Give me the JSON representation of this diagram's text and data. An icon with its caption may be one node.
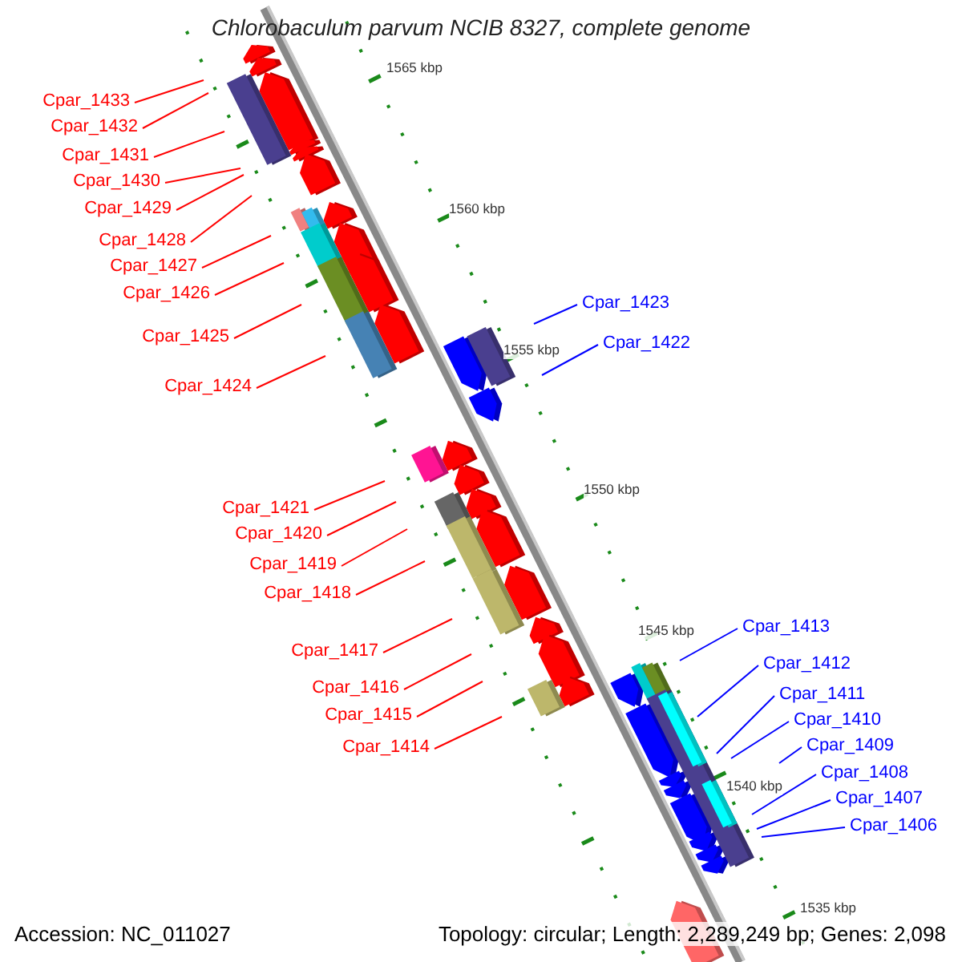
{
  "diagram": {
    "title": "Chlorobaculum parvum NCIB 8327, complete genome",
    "nodes": [
      {
        "text": [
          "Cpar_1433"
        ]
      },
      {
        "text": [
          "Cpar_1432"
        ]
      },
      {
        "text": [
          "Cpar_1431"
        ]
      },
      {
        "text": [
          "Cpar_1430"
        ]
      },
      {
        "text": [
          "Cpar_1429"
        ]
      },
      {
        "text": [
          "Cpar_1428"
        ]
      },
      {
        "text": [
          "Cpar_1427"
        ]
      },
      {
        "text": [
          "Cpar_1426"
        ]
      },
      {
        "text": [
          "Cpar_1425"
        ]
      },
      {
        "text": [
          "Cpar_1424"
        ]
      },
      {
        "text": [
          "Cpar_1423"
        ]
      },
      {
        "text": [
          "Cpar_1422"
        ]
      },
      {
        "text": [
          "Cpar_1421"
        ]
      },
      {
        "text": [
          "Cpar_1420"
        ]
      },
      {
        "text": [
          "Cpar_1419"
        ]
      },
      {
        "text": [
          "Cpar_1418"
        ]
      },
      {
        "text": [
          "Cpar_1417"
        ]
      },
      {
        "text": [
          "Cpar_1416"
        ]
      },
      {
        "text": [
          "Cpar_1415"
        ]
      },
      {
        "text": [
          "Cpar_1414"
        ]
      },
      {
        "text": [
          "Cpar_1413"
        ]
      },
      {
        "text": [
          "Cpar_1412"
        ]
      },
      {
        "text": [
          "Cpar_1411"
        ]
      },
      {
        "text": [
          "Cpar_1410"
        ]
      },
      {
        "text": [
          "Cpar_1409"
        ]
      },
      {
        "text": [
          "Cpar_1408"
        ]
      },
      {
        "text": [
          "Cpar_1407"
        ]
      },
      {
        "text": [
          "Cpar_1406"
        ]
      }
    ],
    "edges": [
      {
        "from": 0,
        "to": null,
        "arrow": "none"
      },
      {
        "from": 1,
        "to": null,
        "arrow": "none"
      },
      {
        "from": 2,
        "to": null,
        "arrow": "none"
      },
      {
        "from": 3,
        "to": null,
        "arrow": "none"
      },
      {
        "from": 4,
        "to": null,
        "arrow": "none"
      },
      {
        "from": 5,
        "to": null,
        "arrow": "none"
      },
      {
        "from": 6,
        "to": null,
        "arrow": "none"
      },
      {
        "from": 7,
        "to": null,
        "arrow": "none"
      },
      {
        "from": 8,
        "to": null,
        "arrow": "none"
      },
      {
        "from": 9,
        "to": null,
        "arrow": "none"
      },
      {
        "from": 10,
        "to": null,
        "arrow": "none",
        "color": "#0000ff"
      },
      {
        "from": 11,
        "to": null,
        "arrow": "none",
        "color": "#0000ff"
      },
      {
        "from": 12,
        "to": null,
        "arrow": "none"
      },
      {
        "from": 13,
        "to": null,
        "arrow": "none"
      },
      {
        "from": 14,
        "to": null,
        "arrow": "none"
      },
      {
        "from": 15,
        "to": null,
        "arrow": "none"
      },
      {
        "from": 16,
        "to": null,
        "arrow": "none"
      },
      {
        "from": 17,
        "to": null,
        "arrow": "none"
      },
      {
        "from": 18,
        "to": null,
        "arrow": "none"
      },
      {
        "from": 19,
        "to": null,
        "arrow": "none"
      },
      {
        "from": 20,
        "to": null,
        "arrow": "none",
        "color": "#0000ff"
      },
      {
        "from": 21,
        "to": null,
        "arrow": "none",
        "color": "#0000ff"
      },
      {
        "from": 22,
        "to": null,
        "arrow": "none",
        "color": "#0000ff"
      },
      {
        "from": 23,
        "to": null,
        "arrow": "none",
        "color": "#0000ff"
      },
      {
        "from": 24,
        "to": null,
        "arrow": "none",
        "color": "#0000ff"
      },
      {
        "from": 25,
        "to": null,
        "arrow": "none",
        "color": "#0000ff"
      },
      {
        "from": 26,
        "to": null,
        "arrow": "none",
        "color": "#0000ff"
      },
      {
        "from": 27,
        "to": null,
        "arrow": "none",
        "color": "#0000ff"
      }
    ],
    "labels": [
      "1565 kbp",
      "1560 kbp",
      "1555 kbp",
      "1550 kbp",
      "1545 kbp",
      "1540 kbp",
      "1535 kbp",
      "Accession: NC_011027",
      "Topology: circular; Length: 2,289,249 bp; Genes: 2,098"
    ]
  }
}
